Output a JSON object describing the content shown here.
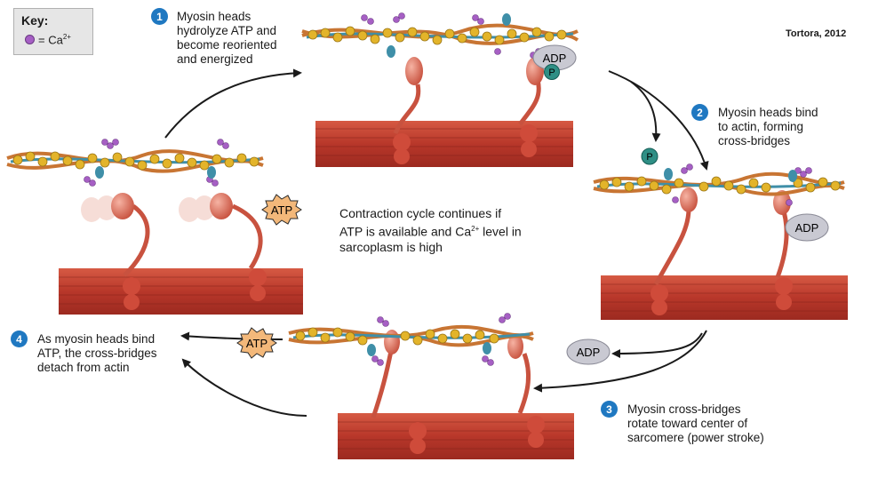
{
  "key": {
    "title": "Key:",
    "item_label": "= Ca",
    "item_sup": "2+"
  },
  "citation": "Tortora, 2012",
  "steps": [
    {
      "number": "1",
      "lines": [
        "Myosin heads",
        "hydrolyze ATP and",
        "become reoriented",
        "and energized"
      ]
    },
    {
      "number": "2",
      "lines": [
        "Myosin heads bind",
        "to actin, forming",
        "cross-bridges"
      ]
    },
    {
      "number": "3",
      "lines": [
        "Myosin cross-bridges",
        "rotate toward center of",
        "sarcomere (power stroke)"
      ]
    },
    {
      "number": "4",
      "lines": [
        "As myosin heads bind",
        "ATP, the cross-bridges",
        "detach from actin"
      ]
    }
  ],
  "center_text": {
    "line1": "Contraction cycle continues if",
    "line2_pre": "ATP is available and Ca",
    "line2_sup": "2+",
    "line2_post": " level in",
    "line3": "sarcoplasm is high"
  },
  "molecules": {
    "adp": "ADP",
    "atp": "ATP",
    "p": "P"
  },
  "colors": {
    "step_badge": "#1f78c1",
    "thick_filament": "#c0392b",
    "actin_strand": "#c87533",
    "troponin_bead": "#e3b42a",
    "tropomyosin": "#3f8fa8",
    "calcium": "#a65fc4",
    "myosin_head": "#e07a6a",
    "atp_burst": "#f3b87a",
    "adp_ellipse": "#c9c9d2",
    "phosphate": "#2f8f85",
    "arrow": "#1a1a1a"
  }
}
